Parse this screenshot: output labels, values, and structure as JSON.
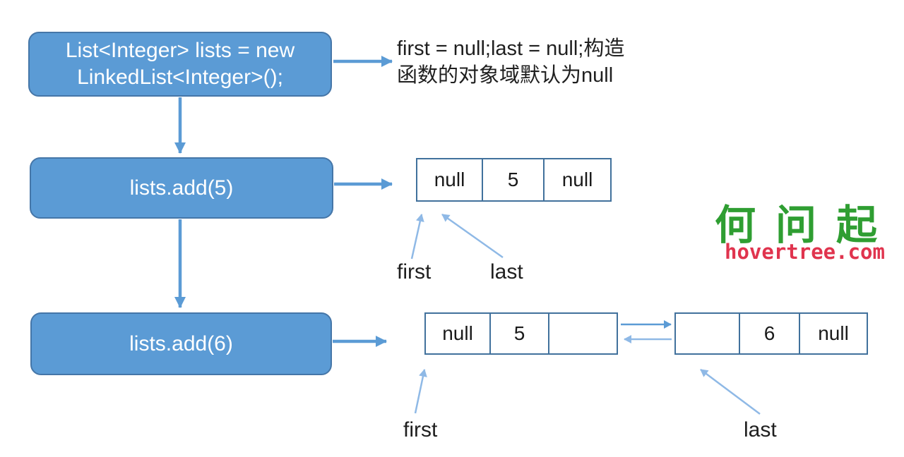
{
  "colors": {
    "box_fill": "#5b9bd5",
    "box_border": "#4576a8",
    "node_border": "#41719c",
    "arrow_main": "#5b9bd5",
    "arrow_light": "#8fb9e6",
    "watermark_green": "#2f9e32",
    "watermark_red": "#e0344e",
    "text_dark": "#1f1f1f"
  },
  "boxes": {
    "declare": "List<Integer> lists = new LinkedList<Integer>();",
    "add5": "lists.add(5)",
    "add6": "lists.add(6)"
  },
  "annotation": {
    "line1": "first = null;last = null;构造",
    "line2": "函数的对象域默认为null"
  },
  "nodes": {
    "node_add5": {
      "cells": [
        "null",
        "5",
        "null"
      ]
    },
    "node_add6_first": {
      "cells": [
        "null",
        "5",
        ""
      ]
    },
    "node_add6_last": {
      "cells": [
        "",
        "6",
        "null"
      ]
    }
  },
  "pointers": {
    "first_add5": "first",
    "last_add5": "last",
    "first_add6": "first",
    "last_add6": "last"
  },
  "watermark": {
    "brand": "何问起",
    "site": "hovertree.com"
  }
}
